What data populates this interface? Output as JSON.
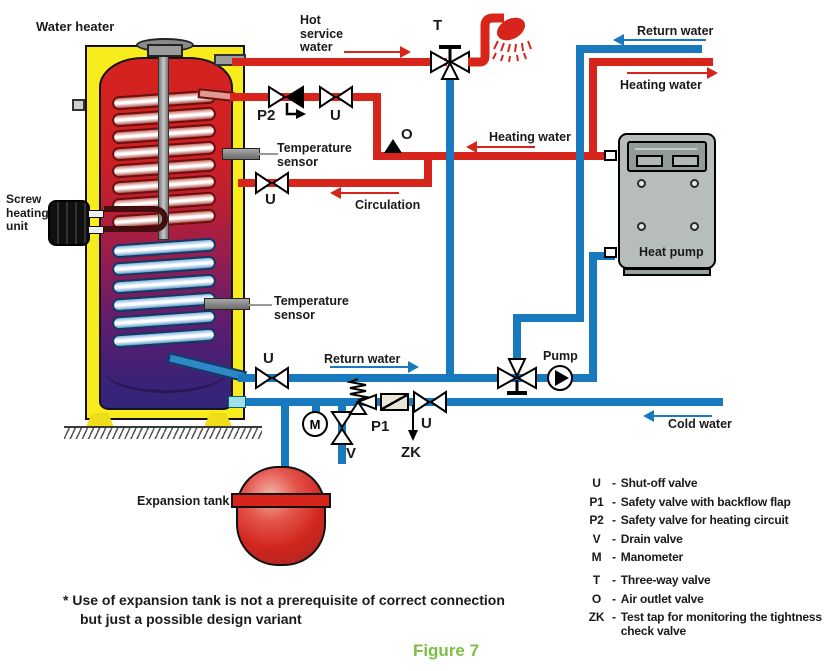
{
  "figure": {
    "caption": "Figure 7"
  },
  "note": {
    "line1": "* Use of expansion tank is not a prerequisite of correct connection",
    "line2": "but just a possible design variant"
  },
  "labels": {
    "water_heater": "Water heater",
    "screw_heating_unit": "Screw\nheating\nunit",
    "hot_service_water": "Hot\nservice\nwater",
    "temperature_sensor": "Temperature\nsensor",
    "circulation": "Circulation",
    "heating_water": "Heating water",
    "return_water": "Return water",
    "cold_water": "Cold water",
    "expansion_tank": "Expansion tank",
    "heat_pump": "Heat pump",
    "pump": "Pump",
    "valve_T": "T",
    "valve_O": "O",
    "valve_U": "U",
    "valve_P1": "P1",
    "valve_P2": "P2",
    "valve_V": "V",
    "valve_ZK": "ZK",
    "valve_M": "M"
  },
  "legend": {
    "separator": "-",
    "items": [
      {
        "symbol": "U",
        "text": "Shut-off valve"
      },
      {
        "symbol": "P1",
        "text": "Safety valve with backflow flap"
      },
      {
        "symbol": "P2",
        "text": "Safety valve for heating circuit"
      },
      {
        "symbol": "V",
        "text": "Drain valve"
      },
      {
        "symbol": "M",
        "text": "Manometer"
      },
      {
        "symbol": "T",
        "text": "Three-way valve"
      },
      {
        "symbol": "O",
        "text": "Air outlet valve"
      },
      {
        "symbol": "ZK",
        "text": "Test tap for monitoring the tightness check valve"
      }
    ]
  },
  "colors": {
    "hot_pipe": "#D8251C",
    "cold_pipe": "#1879BE",
    "tank_casing": "#F9EC1C",
    "caption_green": "#7CBF42"
  }
}
